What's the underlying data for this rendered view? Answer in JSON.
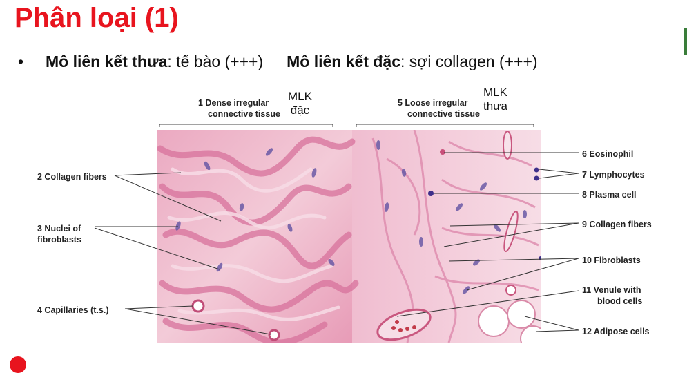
{
  "title": "Phân loại (1)",
  "bullet": {
    "symbol": "•",
    "loose_term": "Mô liên kết thưa",
    "loose_desc": ": tế bào (+++)",
    "dense_term": "Mô liên kết đặc",
    "dense_desc": ": sợi collagen (+++)"
  },
  "figure": {
    "header_left_line1": "1  Dense irregular",
    "header_left_line2": "connective tissue",
    "mlk_left_line1": "MLK",
    "mlk_left_line2": "đặc",
    "header_right_line1": "5  Loose irregular",
    "header_right_line2": "connective tissue",
    "mlk_right_line1": "MLK",
    "mlk_right_line2": "thưa",
    "labels_left": {
      "l2": "2  Collagen fibers",
      "l3a": "3  Nuclei of",
      "l3b": "fibroblasts",
      "l4": "4  Capillaries (t.s.)"
    },
    "labels_right": {
      "l6": "6  Eosinophil",
      "l7": "7  Lymphocytes",
      "l8": "8  Plasma cell",
      "l9": "9  Collagen fibers",
      "l10": "10  Fibroblasts",
      "l11a": "11  Venule with",
      "l11b": "blood cells",
      "l12": "12  Adipose cells"
    }
  },
  "colors": {
    "title": "#e8141e",
    "tissue_base": "#f2c3d2",
    "tissue_dark": "#d9709a",
    "nucleus": "#5a4a9a"
  }
}
